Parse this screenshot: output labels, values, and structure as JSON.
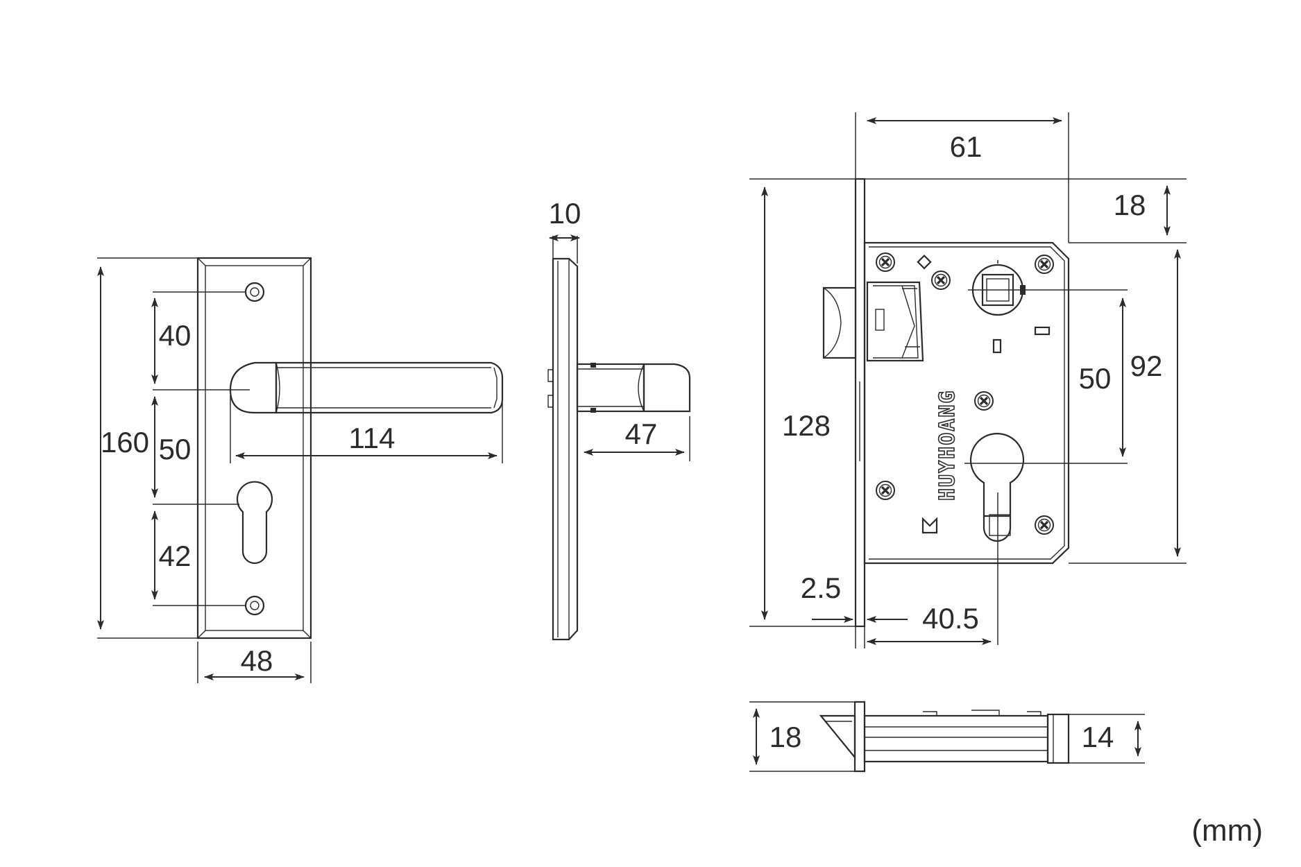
{
  "unit": "(mm)",
  "brand": "HUYHOANG",
  "dimensions": {
    "plate_height": "160",
    "screw_to_handle": "40",
    "handle_to_cylinder": "50",
    "cylinder_to_screw": "42",
    "plate_width": "48",
    "lever_length": "114",
    "plate_thickness": "10",
    "lever_projection": "47",
    "backset": "61",
    "top_offset": "18",
    "case_height": "128",
    "handle_cylinder_distance": "50",
    "center_distance": "92",
    "faceplate_thickness": "2.5",
    "cylinder_backset": "40.5",
    "faceplate_width": "18",
    "case_depth": "14"
  },
  "icons": [
    "screw-icon",
    "spindle-square-icon",
    "cylinder-hole-icon",
    "latch-bolt-icon"
  ]
}
